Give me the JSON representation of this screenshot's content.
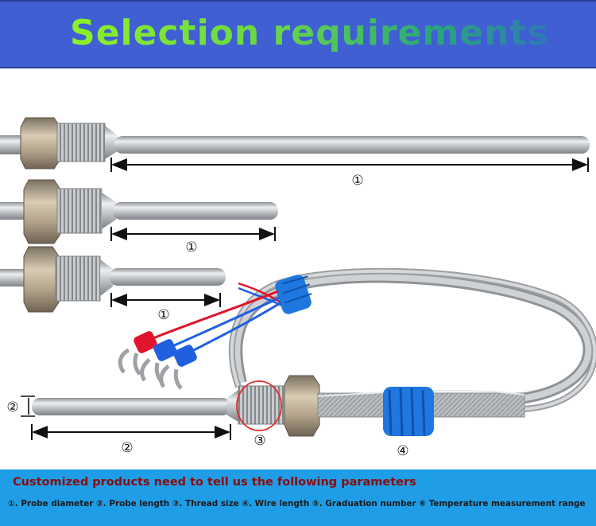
{
  "banner": {
    "title": "Selection requirements",
    "background_color": "#3f5fd2"
  },
  "diagram": {
    "labels": {
      "probe_length_long": "①",
      "probe_length_medium": "①",
      "probe_length_short": "①",
      "probe_diameter": "②",
      "probe_length_bottom": "②",
      "thread_size": "③",
      "wire_length": "④"
    },
    "colors": {
      "steel": "#c9ccce",
      "hex_nut": "#b8a990",
      "sleeve_blue": "#1e78e0",
      "terminal_red": "#e0142a",
      "terminal_blue": "#1f5fe0",
      "thread_circle": "#e02a2a"
    }
  },
  "footer": {
    "heading": "Customized products need to tell us the following parameters",
    "params": "①. Probe diameter ②. Probe length ③. Thread size ④. Wire length ⑤. Graduation number ⑥ Temperature measurement range",
    "background_color": "#1f9de6"
  }
}
